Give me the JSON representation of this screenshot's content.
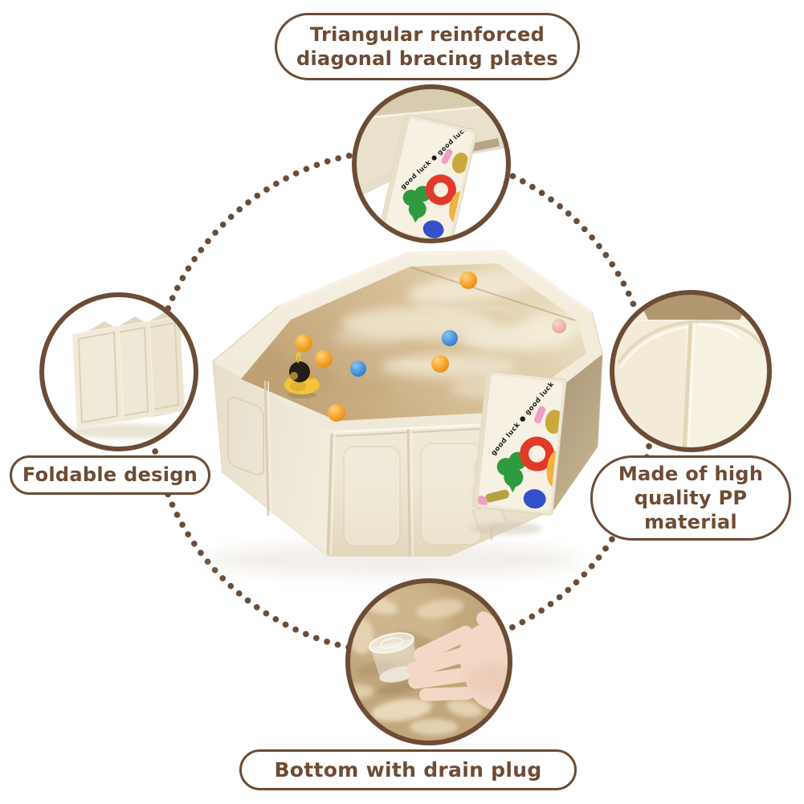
{
  "callouts": {
    "top": {
      "label": "Triangular reinforced diagonal bracing plates"
    },
    "left": {
      "label": "Foldable design"
    },
    "right": {
      "label": "Made of high quality PP material"
    },
    "bottom": {
      "label": "Bottom with drain plug"
    }
  },
  "product": {
    "card_text": "good luck ● good luck"
  },
  "colors": {
    "accent_brown": "#6d4b34",
    "dot_brown": "#6b4d37",
    "tub_cream": "#f1ebdb",
    "tub_shadow": "#d9cdb4",
    "tub_tan_side": "#b0997a",
    "water_dark": "#c3a578",
    "water_light": "#eee3c9",
    "ball_orange": "#f19b2c",
    "ball_blue": "#3f8fd8",
    "ball_pink": "#e9b5a4",
    "card_green": "#2f9a3e",
    "card_red": "#e23a2a",
    "card_pink": "#ee9fc2",
    "card_blue": "#3351c8",
    "card_yellow": "#f1b23f",
    "card_olive": "#c9a93e",
    "duck_black": "#211d19",
    "duck_yellow": "#f2c53a",
    "hand_skin": "#f3d8c6"
  }
}
